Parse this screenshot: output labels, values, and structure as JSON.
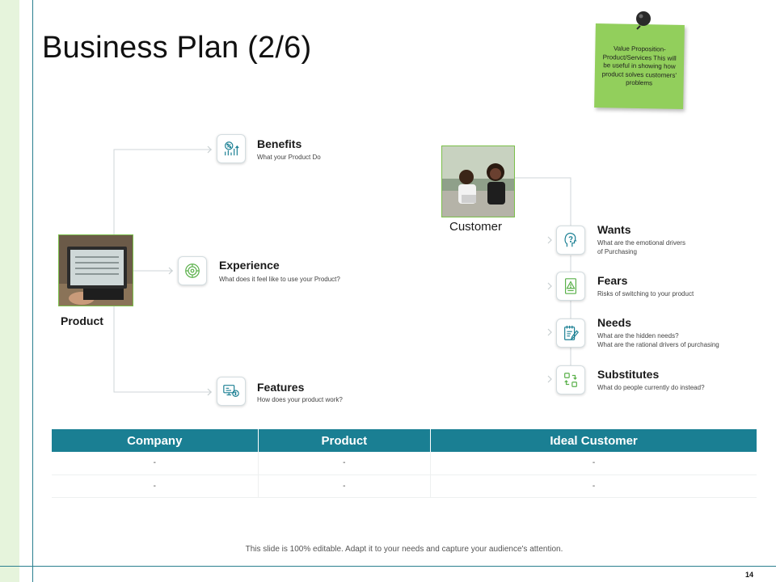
{
  "slide": {
    "title": "Business Plan (2/6)",
    "sticky_note": "Value Proposition- Product/Services This will be useful in showing how product solves customers' problems",
    "footer": "This slide is 100% editable. Adapt it to your needs and capture your audience's attention.",
    "page_number": "14"
  },
  "product": {
    "label": "Product",
    "items": [
      {
        "title": "Benefits",
        "desc": "What your Product Do",
        "icon": "chart-percent-icon"
      },
      {
        "title": "Experience",
        "desc": "What does it feel like to use your Product?",
        "icon": "target-icon"
      },
      {
        "title": "Features",
        "desc": "How does your product work?",
        "icon": "monitor-dollar-icon"
      }
    ]
  },
  "customer": {
    "label": "Customer",
    "items": [
      {
        "title": "Wants",
        "desc1": "What are the emotional drivers",
        "desc2": "of Purchasing",
        "icon": "head-question-icon"
      },
      {
        "title": "Fears",
        "desc1": "Risks of switching to your product",
        "icon": "warning-doc-icon"
      },
      {
        "title": "Needs",
        "desc1": "What are the hidden needs?",
        "desc2": "What are the rational drivers of purchasing",
        "icon": "notepad-pen-icon"
      },
      {
        "title": "Substitutes",
        "desc1": "What do people currently do instead?",
        "icon": "swap-icon"
      }
    ]
  },
  "table": {
    "headers": [
      "Company",
      "Product",
      "Ideal Customer"
    ],
    "rows": [
      [
        "-",
        "-",
        "-"
      ],
      [
        "-",
        "-",
        "-"
      ]
    ]
  },
  "colors": {
    "accent": "#1a7f93",
    "note_green": "#92cf5c",
    "side_green": "#e6f4dc",
    "photo_border": "#7bbf4a"
  }
}
